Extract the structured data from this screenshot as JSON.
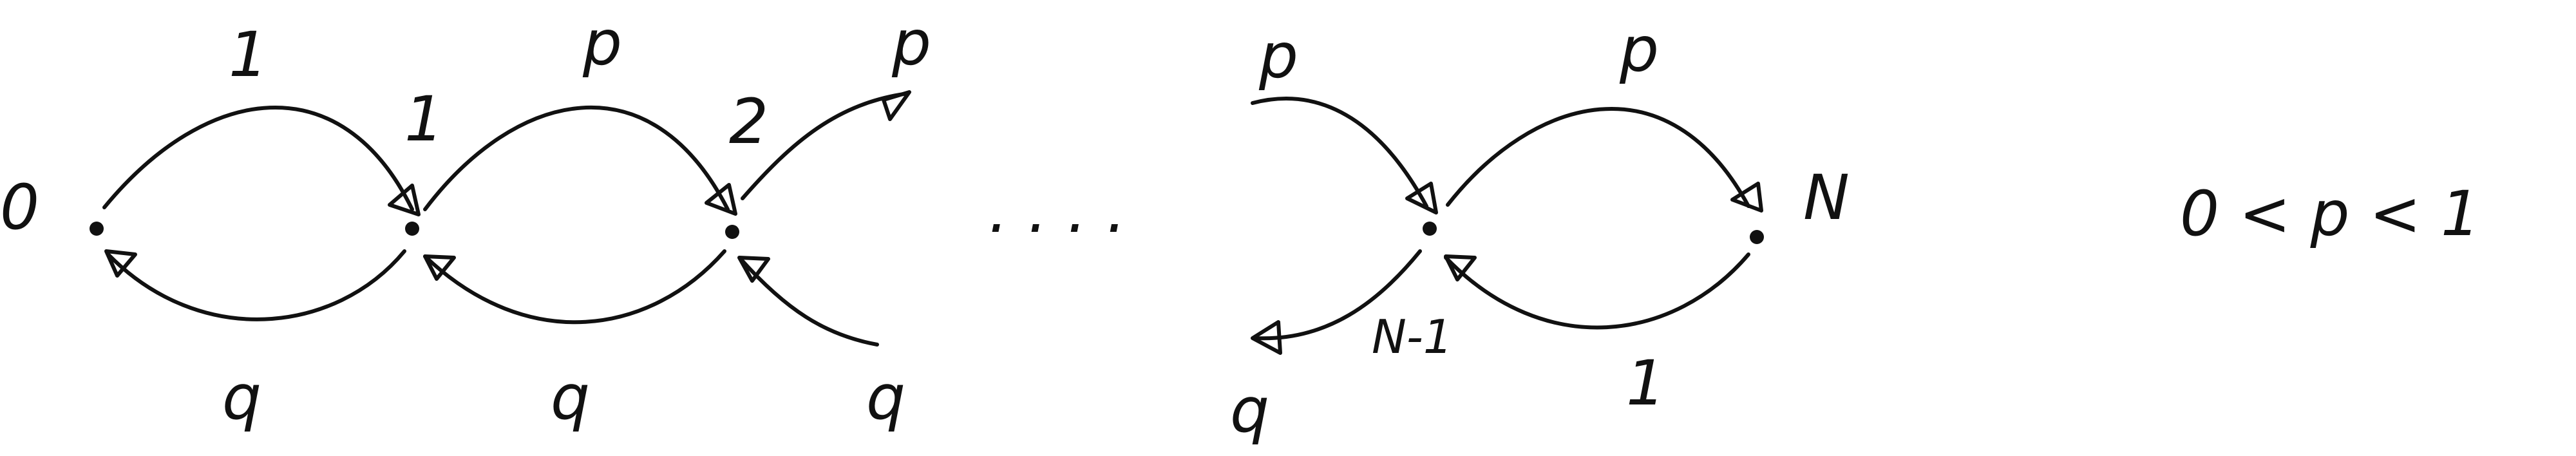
{
  "diagram": {
    "states": {
      "s0": "0",
      "s1": "1",
      "s2": "2",
      "sN1": "N-1",
      "sN": "N"
    },
    "ellipsis": ". . . .",
    "edges": {
      "e_0_1": "1",
      "e_1_2": "p",
      "e_2_3": "p",
      "e_k_N1": "p",
      "e_N1_N": "p",
      "e_1_0": "q",
      "e_2_1": "q",
      "e_3_2": "q",
      "e_N1_k": "q",
      "e_N_N1": "1"
    },
    "condition": "0 < p < 1"
  }
}
